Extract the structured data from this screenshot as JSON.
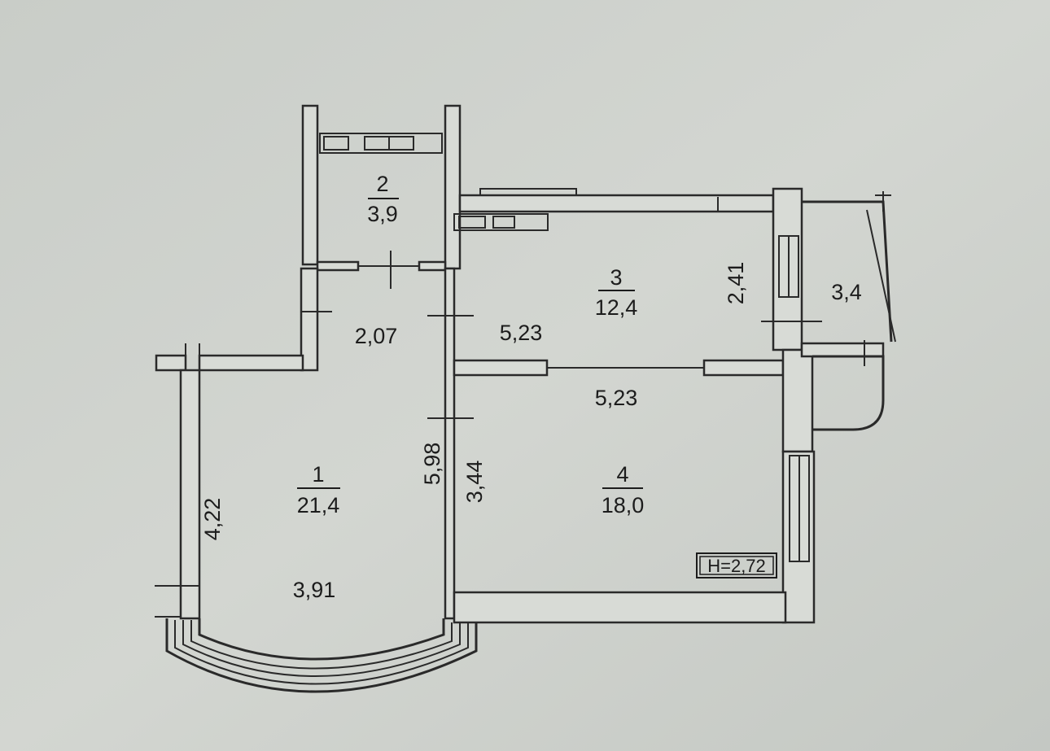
{
  "rooms": [
    {
      "number": "1",
      "area": "21,4"
    },
    {
      "number": "2",
      "area": "3,9"
    },
    {
      "number": "3",
      "area": "12,4"
    },
    {
      "number": "4",
      "area": "18,0"
    },
    {
      "area": "3,4"
    }
  ],
  "dimensions": {
    "room1_top": "2,07",
    "room1_left": "4,22",
    "room1_right": "5,98",
    "room1_bottom": "3,91",
    "room3_top": "5,23",
    "room3_right": "2,41",
    "room4_top": "5,23",
    "room4_left": "3,44"
  },
  "ceiling_height": "H=2,72"
}
